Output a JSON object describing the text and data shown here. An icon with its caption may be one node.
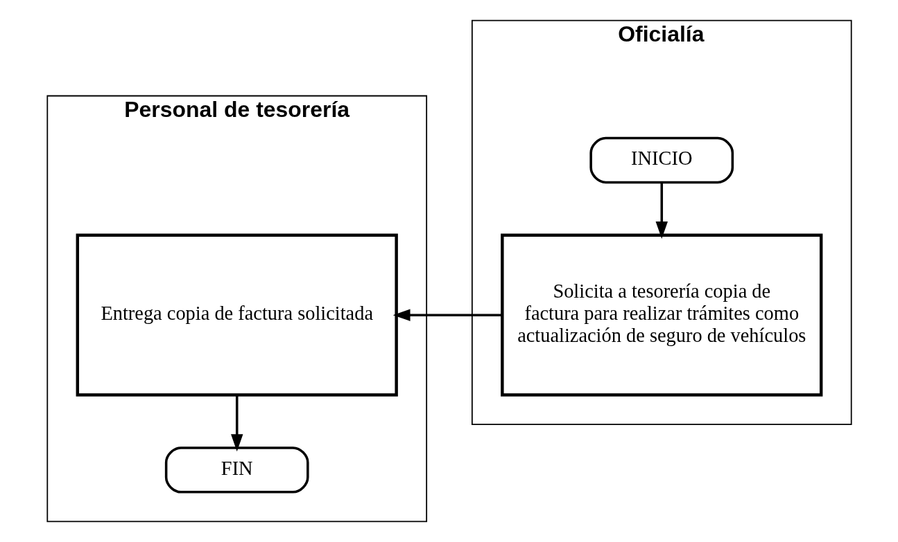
{
  "diagram": {
    "nodes": [
      {
        "text": [
          "Personal de tesorería"
        ]
      },
      {
        "text": [
          "Entrega copia de factura solicitada"
        ],
        "in": 0
      },
      {
        "text": [
          "FIN"
        ],
        "in": 0
      },
      {
        "text": [
          "Oficialía"
        ]
      },
      {
        "text": [
          "INICIO"
        ],
        "in": 3
      },
      {
        "text": [
          "Solicita a tesorería copia de factura para realizar trámites como actualización de seguro de vehículos"
        ],
        "in": 3
      }
    ],
    "edges": [
      {
        "from": 4,
        "to": 5,
        "arrow": "to"
      },
      {
        "from": 5,
        "to": 1,
        "arrow": "to"
      },
      {
        "from": 1,
        "to": 2,
        "arrow": "to"
      }
    ]
  }
}
